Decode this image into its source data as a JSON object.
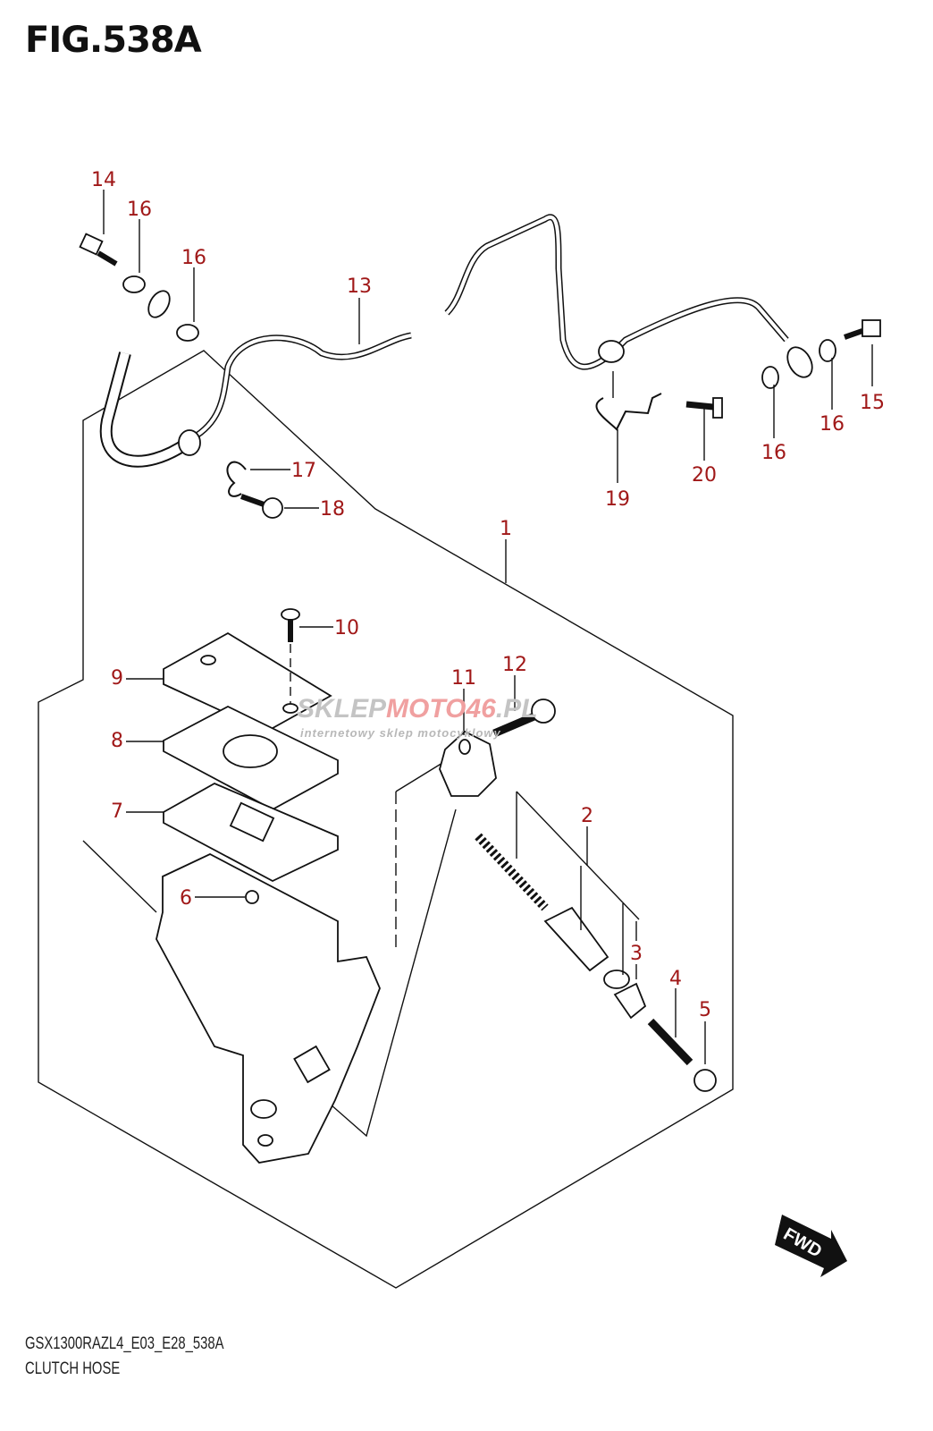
{
  "figure": {
    "title": "FIG.538A",
    "model_code": "GSX1300RAZL4_E03_E28_538A",
    "caption": "CLUTCH HOSE",
    "direction_badge": "FWD",
    "label_color": "#a01818"
  },
  "watermark": {
    "brand_a": "SKLEP",
    "brand_b": "MOTO46",
    "domain": ".PL",
    "tagline": "internetowy sklep motocyklowy"
  },
  "callouts": [
    {
      "ref": "14"
    },
    {
      "ref": "16"
    },
    {
      "ref": "16"
    },
    {
      "ref": "13"
    },
    {
      "ref": "17"
    },
    {
      "ref": "18"
    },
    {
      "ref": "1"
    },
    {
      "ref": "10"
    },
    {
      "ref": "9"
    },
    {
      "ref": "8"
    },
    {
      "ref": "7"
    },
    {
      "ref": "6"
    },
    {
      "ref": "11"
    },
    {
      "ref": "12"
    },
    {
      "ref": "2"
    },
    {
      "ref": "3"
    },
    {
      "ref": "4"
    },
    {
      "ref": "5"
    },
    {
      "ref": "19"
    },
    {
      "ref": "20"
    },
    {
      "ref": "16"
    },
    {
      "ref": "16"
    },
    {
      "ref": "15"
    }
  ]
}
